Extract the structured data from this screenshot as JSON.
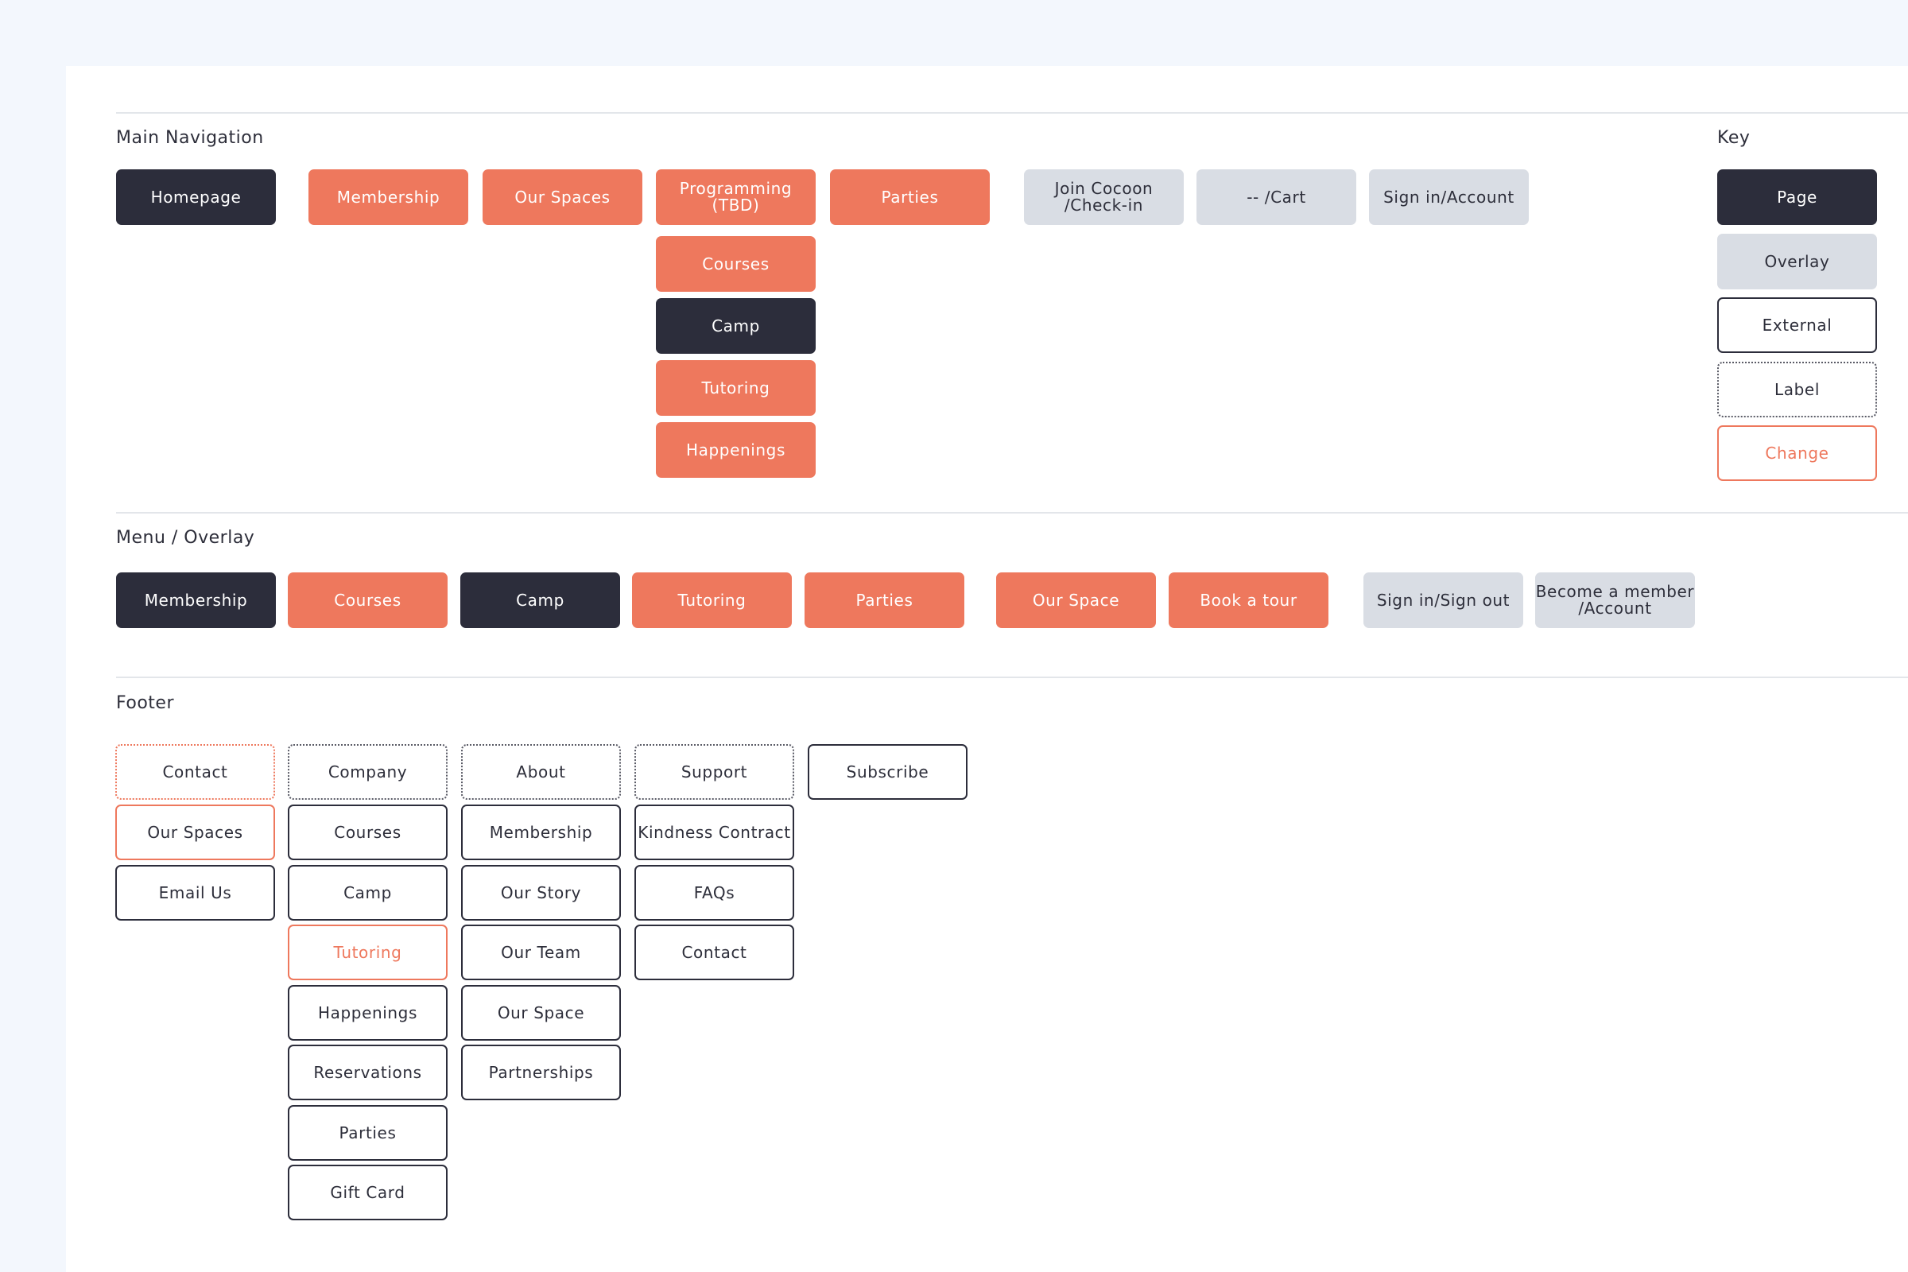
{
  "colors": {
    "page": "#2c2d3b",
    "change": "#ee785d",
    "overlay": "#d9dde4",
    "background": "#f3f7fd"
  },
  "main_nav": {
    "title": "Main Navigation",
    "homepage": "Homepage",
    "membership": "Membership",
    "our_spaces": "Our Spaces",
    "programming": "Programming\n(TBD)",
    "courses": "Courses",
    "camp": "Camp",
    "tutoring": "Tutoring",
    "happenings": "Happenings",
    "parties": "Parties",
    "join": "Join Cocoon\n/Check-in",
    "cart": "-- /Cart",
    "signin": "Sign in/Account"
  },
  "key": {
    "title": "Key",
    "page": "Page",
    "overlay": "Overlay",
    "external": "External",
    "label": "Label",
    "change": "Change"
  },
  "menu": {
    "title": "Menu / Overlay",
    "membership": "Membership",
    "courses": "Courses",
    "camp": "Camp",
    "tutoring": "Tutoring",
    "parties": "Parties",
    "our_space": "Our Space",
    "book_tour": "Book a tour",
    "signin": "Sign in/Sign out",
    "become_member": "Become a member\n/Account"
  },
  "footer": {
    "title": "Footer",
    "col1": [
      "Contact",
      "Our Spaces",
      "Email Us"
    ],
    "col2": [
      "Company",
      "Courses",
      "Camp",
      "Tutoring",
      "Happenings",
      "Reservations",
      "Parties",
      "Gift Card"
    ],
    "col3": [
      "About",
      "Membership",
      "Our Story",
      "Our Team",
      "Our Space",
      "Partnerships"
    ],
    "col4": [
      "Support",
      "Kindness Contract",
      "FAQs",
      "Contact"
    ],
    "col5": [
      "Subscribe"
    ]
  }
}
